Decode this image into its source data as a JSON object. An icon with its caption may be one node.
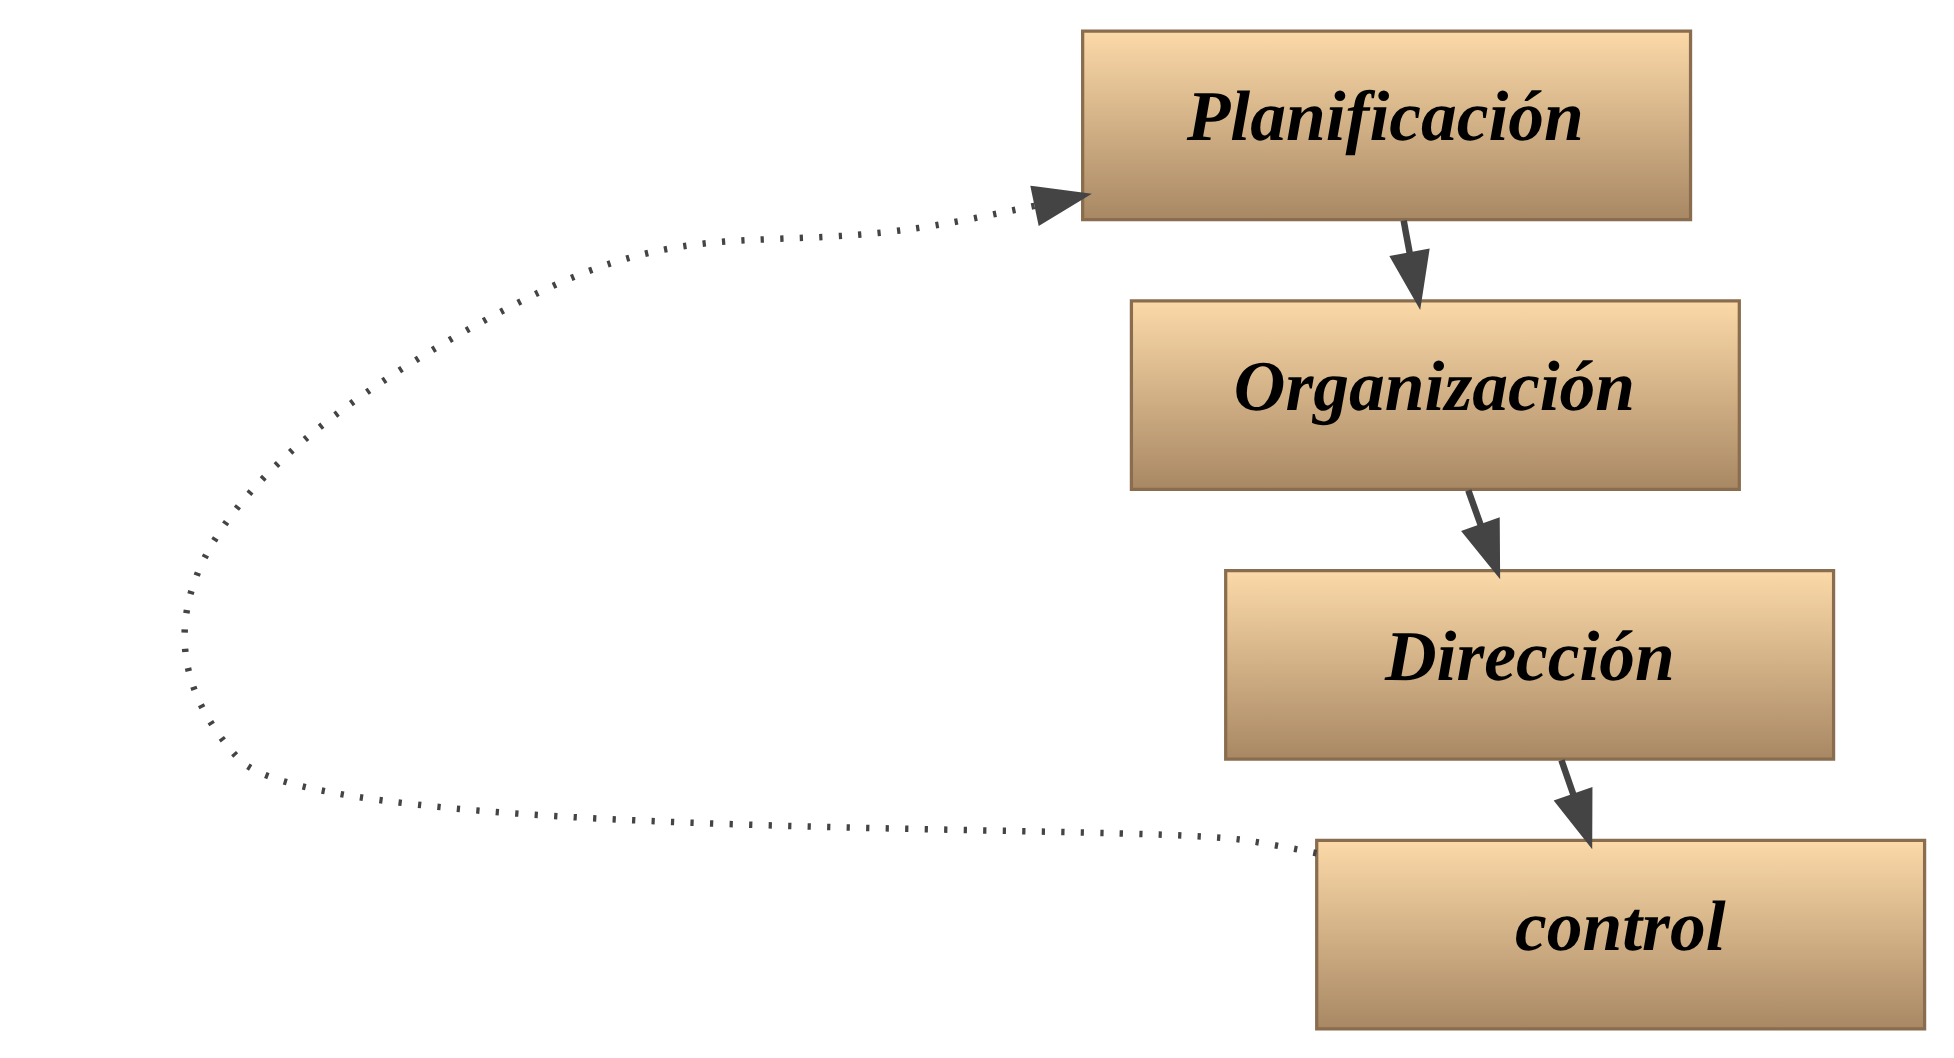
{
  "diagram": {
    "nodes": [
      {
        "text": [
          "Planificación"
        ]
      },
      {
        "text": [
          "Organización"
        ]
      },
      {
        "text": [
          "Dirección"
        ]
      },
      {
        "text": [
          "control"
        ]
      }
    ],
    "edges": [
      {
        "from": 0,
        "to": 1,
        "arrow": "to"
      },
      {
        "from": 1,
        "to": 2,
        "arrow": "to"
      },
      {
        "from": 2,
        "to": 3,
        "arrow": "to"
      },
      {
        "from": 3,
        "to": 0,
        "arrow": "to",
        "style": "dashed"
      }
    ]
  }
}
